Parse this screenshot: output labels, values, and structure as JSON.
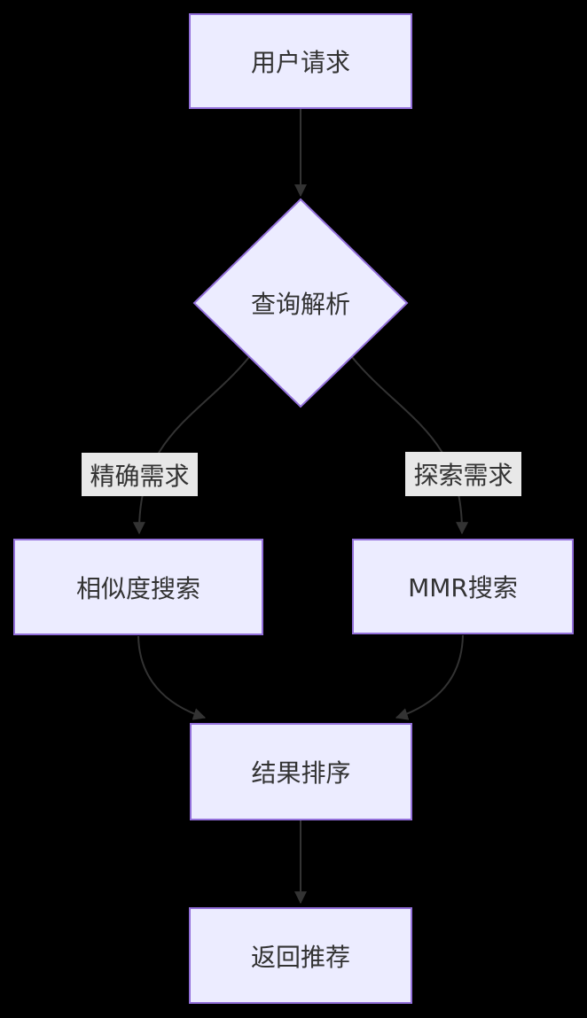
{
  "diagram": {
    "type": "flowchart",
    "direction": "top-down",
    "theme": {
      "node_fill": "#ECECFF",
      "node_border": "#9370DB",
      "text_color": "#333333",
      "edge_color": "#333333",
      "edge_label_bg": "#e8e8e8",
      "canvas_bg": "#000000"
    },
    "nodes": [
      {
        "id": "A",
        "label": "用户请求",
        "shape": "rect"
      },
      {
        "id": "B",
        "label": "查询解析",
        "shape": "diamond"
      },
      {
        "id": "C",
        "label": "相似度搜索",
        "shape": "rect"
      },
      {
        "id": "D",
        "label": "MMR搜索",
        "shape": "rect"
      },
      {
        "id": "E",
        "label": "结果排序",
        "shape": "rect"
      },
      {
        "id": "F",
        "label": "返回推荐",
        "shape": "rect"
      }
    ],
    "edges": [
      {
        "from": "用户请求",
        "to": "查询解析",
        "label": ""
      },
      {
        "from": "查询解析",
        "to": "相似度搜索",
        "label": "精确需求"
      },
      {
        "from": "查询解析",
        "to": "MMR搜索",
        "label": "探索需求"
      },
      {
        "from": "相似度搜索",
        "to": "结果排序",
        "label": ""
      },
      {
        "from": "MMR搜索",
        "to": "结果排序",
        "label": ""
      },
      {
        "from": "结果排序",
        "to": "返回推荐",
        "label": ""
      }
    ]
  }
}
